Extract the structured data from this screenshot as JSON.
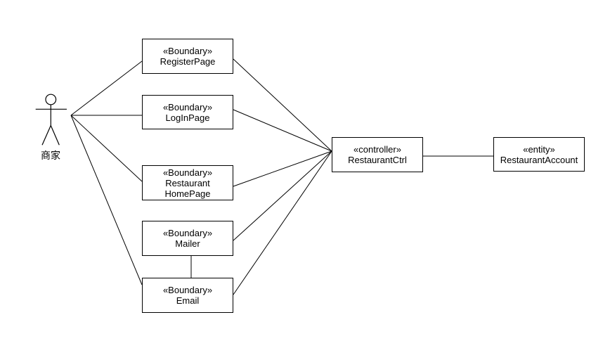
{
  "diagram": {
    "type": "uml-robustness-diagram",
    "colors": {
      "stroke": "#000000",
      "node_fill": "#ffffff",
      "text": "#000000",
      "background": "#ffffff"
    },
    "actor": {
      "label": "商家"
    },
    "nodes": [
      {
        "id": "register-page",
        "stereotype": "«Boundary»",
        "name": "RegisterPage"
      },
      {
        "id": "login-page",
        "stereotype": "«Boundary»",
        "name": "LogInPage"
      },
      {
        "id": "restaurant-homepage",
        "stereotype": "«Boundary»",
        "name": "Restaurant\nHomePage"
      },
      {
        "id": "mailer",
        "stereotype": "«Boundary»",
        "name": "Mailer"
      },
      {
        "id": "email",
        "stereotype": "«Boundary»",
        "name": "Email"
      },
      {
        "id": "restaurant-ctrl",
        "stereotype": "«controller»",
        "name": "RestaurantCtrl"
      },
      {
        "id": "restaurant-account",
        "stereotype": "«entity»",
        "name": "RestaurantAccount"
      }
    ],
    "edges": [
      {
        "from": "actor",
        "to": "register-page"
      },
      {
        "from": "actor",
        "to": "login-page"
      },
      {
        "from": "actor",
        "to": "restaurant-homepage"
      },
      {
        "from": "actor",
        "to": "email"
      },
      {
        "from": "register-page",
        "to": "restaurant-ctrl"
      },
      {
        "from": "login-page",
        "to": "restaurant-ctrl"
      },
      {
        "from": "restaurant-homepage",
        "to": "restaurant-ctrl"
      },
      {
        "from": "mailer",
        "to": "restaurant-ctrl"
      },
      {
        "from": "email",
        "to": "restaurant-ctrl"
      },
      {
        "from": "mailer",
        "to": "email"
      },
      {
        "from": "restaurant-ctrl",
        "to": "restaurant-account"
      }
    ]
  }
}
